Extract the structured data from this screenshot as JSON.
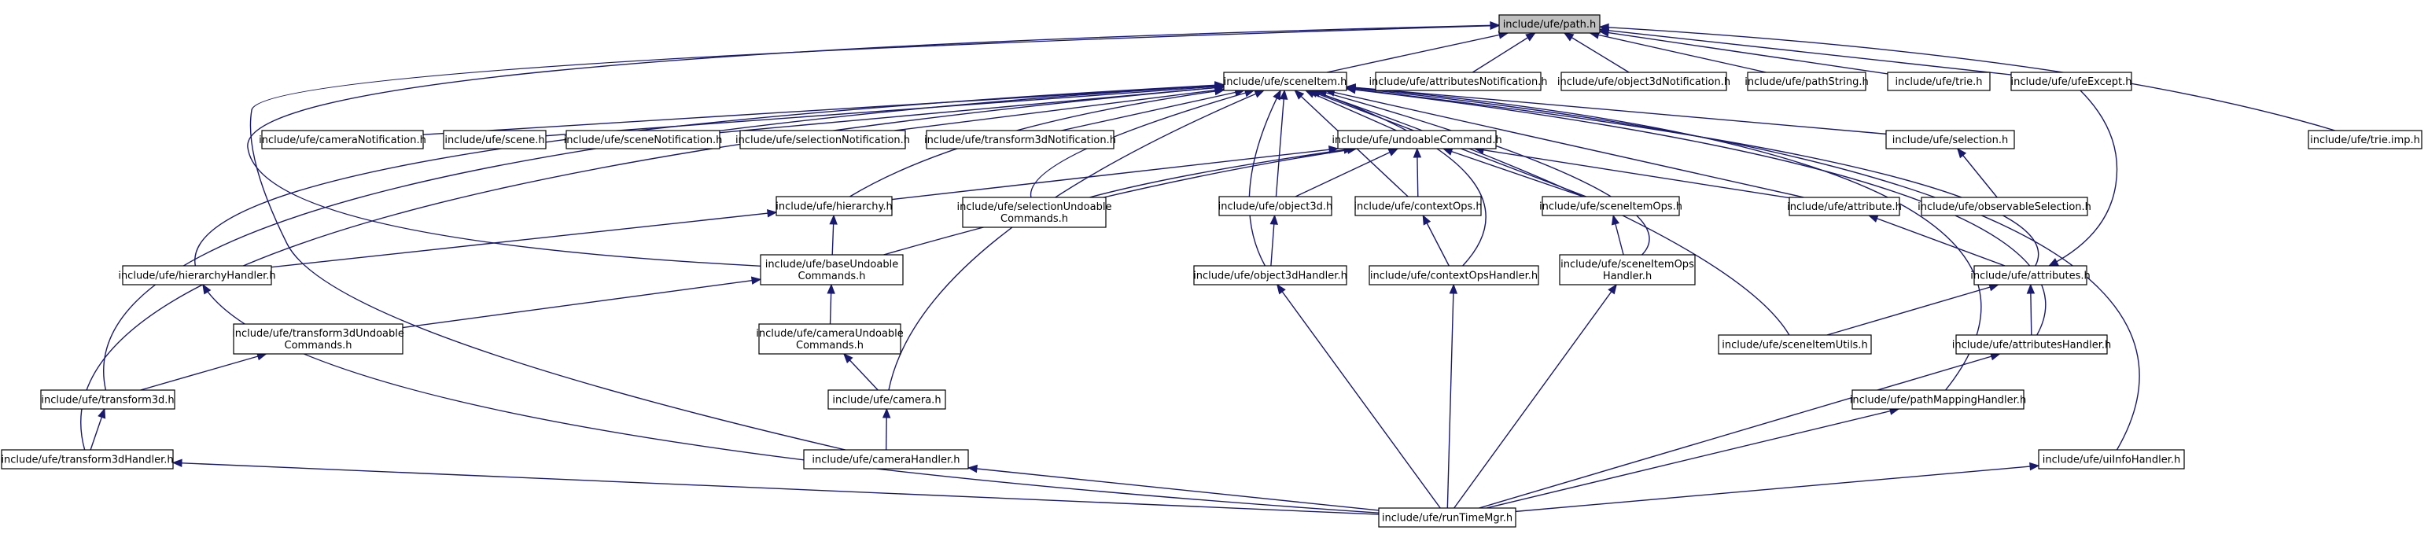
{
  "diagram": {
    "nodes": [
      {
        "id": "path",
        "lines": [
          "include/ufe/path.h"
        ],
        "root": true
      },
      {
        "id": "sceneItem",
        "lines": [
          "include/ufe/sceneItem.h"
        ]
      },
      {
        "id": "attrNotif",
        "lines": [
          "include/ufe/attributesNotification.h"
        ]
      },
      {
        "id": "obj3dNotif",
        "lines": [
          "include/ufe/object3dNotification.h"
        ]
      },
      {
        "id": "pathString",
        "lines": [
          "include/ufe/pathString.h"
        ]
      },
      {
        "id": "trie",
        "lines": [
          "include/ufe/trie.h"
        ]
      },
      {
        "id": "ufeExcept",
        "lines": [
          "include/ufe/ufeExcept.h"
        ]
      },
      {
        "id": "trieImp",
        "lines": [
          "include/ufe/trie.imp.h"
        ]
      },
      {
        "id": "camNotif",
        "lines": [
          "include/ufe/cameraNotification.h"
        ]
      },
      {
        "id": "scene",
        "lines": [
          "include/ufe/scene.h"
        ]
      },
      {
        "id": "sceneNotif",
        "lines": [
          "include/ufe/sceneNotification.h"
        ]
      },
      {
        "id": "selNotif",
        "lines": [
          "include/ufe/selectionNotification.h"
        ]
      },
      {
        "id": "t3dNotif",
        "lines": [
          "include/ufe/transform3dNotification.h"
        ]
      },
      {
        "id": "undoCmd",
        "lines": [
          "include/ufe/undoableCommand.h"
        ]
      },
      {
        "id": "selection",
        "lines": [
          "include/ufe/selection.h"
        ]
      },
      {
        "id": "obsSel",
        "lines": [
          "include/ufe/observableSelection.h"
        ]
      },
      {
        "id": "hierarchy",
        "lines": [
          "include/ufe/hierarchy.h"
        ]
      },
      {
        "id": "selUndo",
        "lines": [
          "include/ufe/selectionUndoable",
          "Commands.h"
        ]
      },
      {
        "id": "object3d",
        "lines": [
          "include/ufe/object3d.h"
        ]
      },
      {
        "id": "contextOps",
        "lines": [
          "include/ufe/contextOps.h"
        ]
      },
      {
        "id": "sceneItemOps",
        "lines": [
          "include/ufe/sceneItemOps.h"
        ]
      },
      {
        "id": "attribute",
        "lines": [
          "include/ufe/attribute.h"
        ]
      },
      {
        "id": "hierHandler",
        "lines": [
          "include/ufe/hierarchyHandler.h"
        ]
      },
      {
        "id": "baseUndo",
        "lines": [
          "include/ufe/baseUndoable",
          "Commands.h"
        ]
      },
      {
        "id": "obj3dHandler",
        "lines": [
          "include/ufe/object3dHandler.h"
        ]
      },
      {
        "id": "ctxOpsHandler",
        "lines": [
          "include/ufe/contextOpsHandler.h"
        ]
      },
      {
        "id": "sioHandler",
        "lines": [
          "include/ufe/sceneItemOps",
          "Handler.h"
        ]
      },
      {
        "id": "attributes",
        "lines": [
          "include/ufe/attributes.h"
        ]
      },
      {
        "id": "t3dUndo",
        "lines": [
          "include/ufe/transform3dUndoable",
          "Commands.h"
        ]
      },
      {
        "id": "camUndo",
        "lines": [
          "include/ufe/cameraUndoable",
          "Commands.h"
        ]
      },
      {
        "id": "sceneItemUtils",
        "lines": [
          "include/ufe/sceneItemUtils.h"
        ]
      },
      {
        "id": "attrHandler",
        "lines": [
          "include/ufe/attributesHandler.h"
        ]
      },
      {
        "id": "transform3d",
        "lines": [
          "include/ufe/transform3d.h"
        ]
      },
      {
        "id": "camera",
        "lines": [
          "include/ufe/camera.h"
        ]
      },
      {
        "id": "pathMapHandler",
        "lines": [
          "include/ufe/pathMappingHandler.h"
        ]
      },
      {
        "id": "t3dHandler",
        "lines": [
          "include/ufe/transform3dHandler.h"
        ]
      },
      {
        "id": "camHandler",
        "lines": [
          "include/ufe/cameraHandler.h"
        ]
      },
      {
        "id": "uiInfoHandler",
        "lines": [
          "include/ufe/uiInfoHandler.h"
        ]
      },
      {
        "id": "runTimeMgr",
        "lines": [
          "include/ufe/runTimeMgr.h"
        ]
      }
    ],
    "edges": [
      [
        "sceneItem",
        "path"
      ],
      [
        "attrNotif",
        "path"
      ],
      [
        "obj3dNotif",
        "path"
      ],
      [
        "pathString",
        "path"
      ],
      [
        "trie",
        "path"
      ],
      [
        "ufeExcept",
        "path"
      ],
      [
        "trieImp",
        "path"
      ],
      [
        "baseUndo",
        "path"
      ],
      [
        "camHandler",
        "path"
      ],
      [
        "camNotif",
        "sceneItem"
      ],
      [
        "scene",
        "sceneItem"
      ],
      [
        "sceneNotif",
        "sceneItem"
      ],
      [
        "selNotif",
        "sceneItem"
      ],
      [
        "t3dNotif",
        "sceneItem"
      ],
      [
        "undoCmd",
        "sceneItem"
      ],
      [
        "selection",
        "sceneItem"
      ],
      [
        "hierarchy",
        "sceneItem"
      ],
      [
        "selUndo",
        "sceneItem"
      ],
      [
        "object3d",
        "sceneItem"
      ],
      [
        "contextOps",
        "sceneItem"
      ],
      [
        "sceneItemOps",
        "sceneItem"
      ],
      [
        "attribute",
        "sceneItem"
      ],
      [
        "hierHandler",
        "sceneItem"
      ],
      [
        "obj3dHandler",
        "sceneItem"
      ],
      [
        "ctxOpsHandler",
        "sceneItem"
      ],
      [
        "sioHandler",
        "sceneItem"
      ],
      [
        "attributes",
        "sceneItem"
      ],
      [
        "sceneItemUtils",
        "sceneItem"
      ],
      [
        "attrHandler",
        "sceneItem"
      ],
      [
        "transform3d",
        "sceneItem"
      ],
      [
        "camera",
        "sceneItem"
      ],
      [
        "pathMapHandler",
        "sceneItem"
      ],
      [
        "t3dHandler",
        "sceneItem"
      ],
      [
        "uiInfoHandler",
        "sceneItem"
      ],
      [
        "ufeExcept",
        "attributes"
      ],
      [
        "hierarchy",
        "undoCmd"
      ],
      [
        "selUndo",
        "undoCmd"
      ],
      [
        "object3d",
        "undoCmd"
      ],
      [
        "contextOps",
        "undoCmd"
      ],
      [
        "sceneItemOps",
        "undoCmd"
      ],
      [
        "attribute",
        "undoCmd"
      ],
      [
        "baseUndo",
        "undoCmd"
      ],
      [
        "obsSel",
        "selection"
      ],
      [
        "baseUndo",
        "hierarchy"
      ],
      [
        "hierHandler",
        "hierarchy"
      ],
      [
        "obj3dHandler",
        "object3d"
      ],
      [
        "ctxOpsHandler",
        "contextOps"
      ],
      [
        "sioHandler",
        "sceneItemOps"
      ],
      [
        "attributes",
        "attribute"
      ],
      [
        "t3dUndo",
        "baseUndo"
      ],
      [
        "camUndo",
        "baseUndo"
      ],
      [
        "sceneItemUtils",
        "attributes"
      ],
      [
        "attrHandler",
        "attributes"
      ],
      [
        "transform3d",
        "t3dUndo"
      ],
      [
        "camera",
        "camUndo"
      ],
      [
        "t3dHandler",
        "transform3d"
      ],
      [
        "camHandler",
        "camera"
      ],
      [
        "runTimeMgr",
        "hierHandler"
      ],
      [
        "runTimeMgr",
        "obj3dHandler"
      ],
      [
        "runTimeMgr",
        "ctxOpsHandler"
      ],
      [
        "runTimeMgr",
        "sioHandler"
      ],
      [
        "runTimeMgr",
        "attrHandler"
      ],
      [
        "runTimeMgr",
        "pathMapHandler"
      ],
      [
        "runTimeMgr",
        "t3dHandler"
      ],
      [
        "runTimeMgr",
        "camHandler"
      ],
      [
        "runTimeMgr",
        "uiInfoHandler"
      ]
    ]
  }
}
